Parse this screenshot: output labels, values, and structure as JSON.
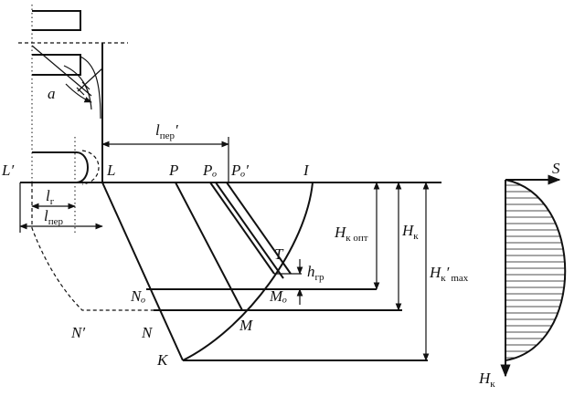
{
  "labels": {
    "L_prime": "L′",
    "L": "L",
    "P": "P",
    "Po": "Pₒ",
    "Po_prime": "Pₒ′",
    "I": "I",
    "T": "T",
    "No": "Nₒ",
    "Mo": "Mₒ",
    "N": "N",
    "M": "M",
    "K": "K",
    "N_prime": "N′",
    "a": "a",
    "S": "S"
  },
  "dimensions": {
    "l_per_prime": {
      "base": "l",
      "sub": "пер",
      "sup": "′"
    },
    "l_g": {
      "base": "l",
      "sub": "г"
    },
    "l_per": {
      "base": "l",
      "sub": "пер"
    },
    "H_k_opt": {
      "base": "H",
      "sub": "к опт"
    },
    "H_k": {
      "base": "H",
      "sub": "к"
    },
    "H_k_max": {
      "base": "H",
      "sub": "к",
      "mid": "′",
      "sub2": "max"
    },
    "h_gr": {
      "base": "h",
      "sub": "гр"
    },
    "H_k_axis": {
      "base": "H",
      "sub": "к"
    }
  }
}
